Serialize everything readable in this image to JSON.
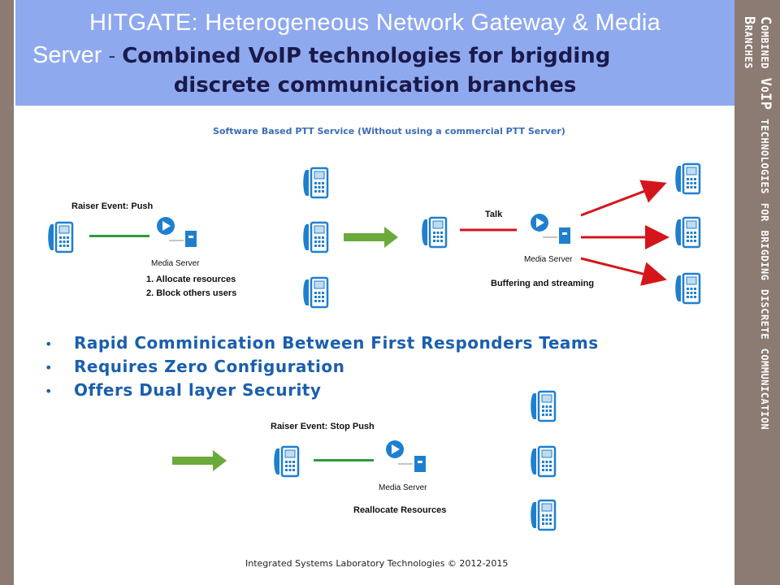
{
  "header": {
    "title_line1": "HITGATE:  Heterogeneous Network Gateway & Media",
    "title_line2_prefix": "Server",
    "title_separator": "-",
    "title_line2_sub": "Combined VoIP technologies for brigding",
    "title_line3": "discrete communication branches"
  },
  "side_title": {
    "cap1": "C",
    "rest1": "ombined ",
    "cap2": "V",
    "mid2": "o",
    "cap3": "IP",
    "rest3": " technologies for brigding discrete communication ",
    "cap4": "B",
    "rest4": "ranches"
  },
  "diagram": {
    "title": "Software Based PTT Service (Without using a commercial PTT Server)",
    "push_event": "Raiser Event: Push",
    "media_server": "Media Server",
    "allocate": "1. Allocate resources",
    "block": "2. Block others users",
    "talk": "Talk",
    "buffering": "Buffering and streaming",
    "stop_event": "Raiser Event: Stop Push",
    "reallocate": "Reallocate Resources"
  },
  "bullets": [
    "Rapid Comminication Between First Responders Teams",
    "Requires Zero Configuration",
    "Offers Dual layer Security"
  ],
  "footer": "Integrated Systems Laboratory Technologies © 2012-2015",
  "colors": {
    "header_bg": "#8fa9ef",
    "side_bg": "#8b7b72",
    "bullet_text": "#1a5fae",
    "green_arrow": "#6aaa3a",
    "red_arrow": "#d4161c",
    "phone_blue": "#1f7fcf"
  },
  "icons": [
    "phone-icon",
    "media-server-icon",
    "green-arrow-icon",
    "red-arrow-icon"
  ]
}
